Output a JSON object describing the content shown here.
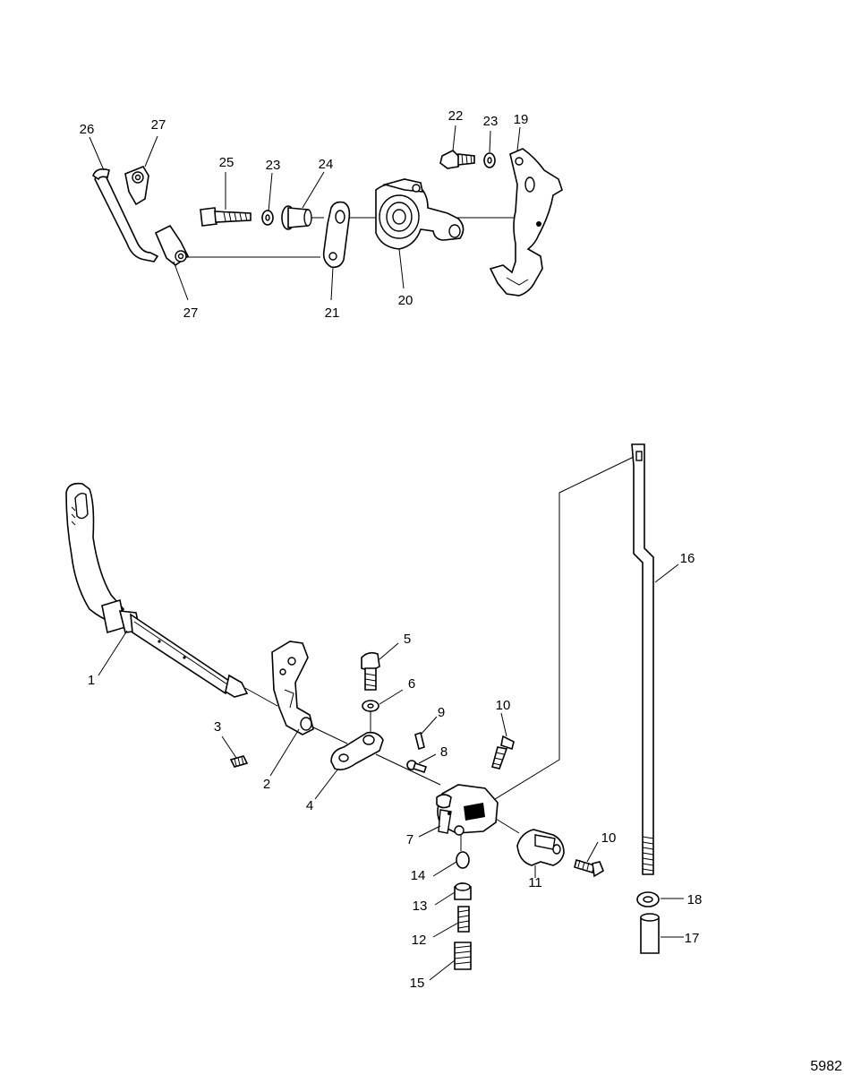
{
  "diagram": {
    "figure_number": "5982",
    "callouts": {
      "c1": "1",
      "c2": "2",
      "c3": "3",
      "c4": "4",
      "c5": "5",
      "c6": "6",
      "c7": "7",
      "c8": "8",
      "c9": "9",
      "c10a": "10",
      "c10b": "10",
      "c11": "11",
      "c12": "12",
      "c13": "13",
      "c14": "14",
      "c15": "15",
      "c16": "16",
      "c17": "17",
      "c18": "18",
      "c19": "19",
      "c20": "20",
      "c21": "21",
      "c22": "22",
      "c23a": "23",
      "c23b": "23",
      "c24": "24",
      "c25": "25",
      "c26": "26",
      "c27a": "27",
      "c27b": "27"
    }
  }
}
